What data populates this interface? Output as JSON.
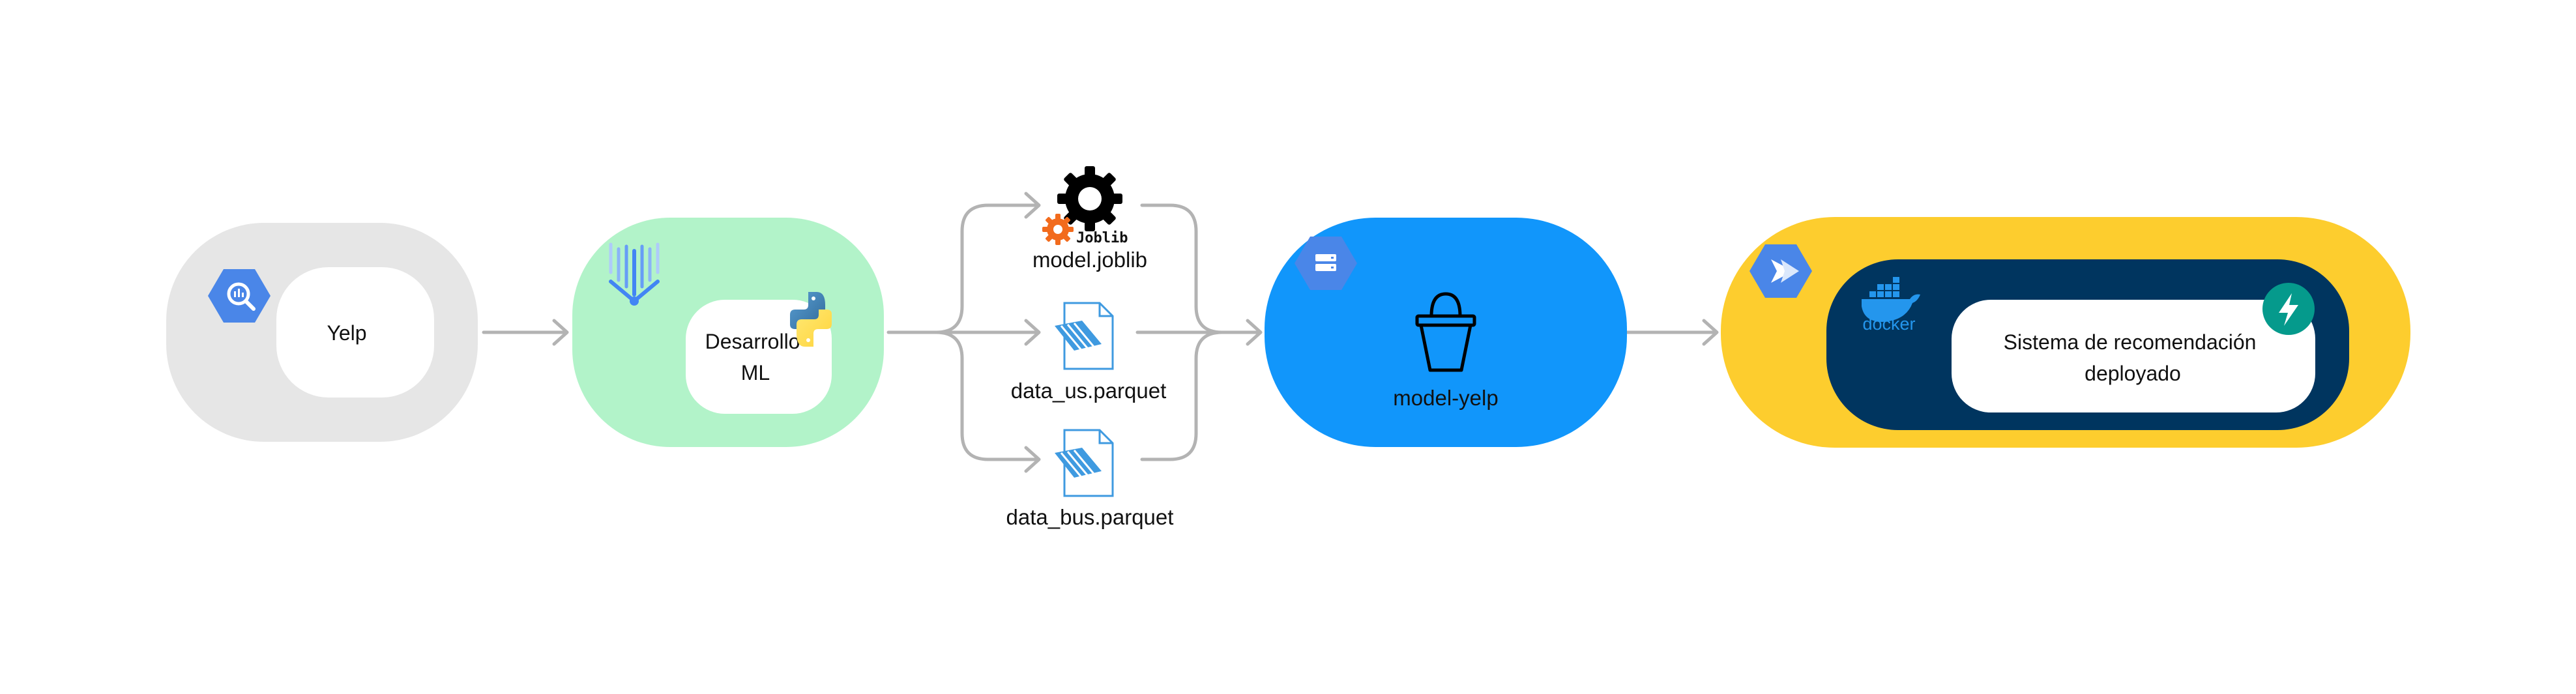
{
  "colors": {
    "connector": "#b3b3b3",
    "bigquery_container": "#e6e6e6",
    "ml_container": "#b2f3c9",
    "storage_container": "#1196fb",
    "run_container": "#fdcd2e",
    "docker_container": "#00355f",
    "inner_box": "#ffffff",
    "gcp_hex": "#4a86e8",
    "fastapi": "#059a8c",
    "docker_blue": "#2496ed",
    "parquet_blue": "#3f9ae0",
    "joblib_orange": "#f7931e",
    "python_blue": "#3776ab",
    "python_yellow": "#ffd43b"
  },
  "nodes": {
    "source": {
      "label": "Yelp",
      "icon": "bigquery-icon"
    },
    "ml": {
      "label_line1": "Desarrollo",
      "label_line2": "ML",
      "icons": [
        "vertex-ai-icon",
        "python-icon"
      ]
    },
    "artifacts": [
      {
        "label": "model.joblib",
        "icon": "joblib-icon",
        "badge": "Joblib"
      },
      {
        "label": "data_us.parquet",
        "icon": "parquet-file-icon"
      },
      {
        "label": "data_bus.parquet",
        "icon": "parquet-file-icon"
      }
    ],
    "storage": {
      "label": "model-yelp",
      "icons": [
        "cloud-storage-icon",
        "bucket-icon"
      ]
    },
    "deploy": {
      "label_line1": "Sistema de recomendación",
      "label_line2": "deployado",
      "docker_label": "docker",
      "icons": [
        "cloud-run-icon",
        "docker-icon",
        "fastapi-icon"
      ]
    }
  }
}
